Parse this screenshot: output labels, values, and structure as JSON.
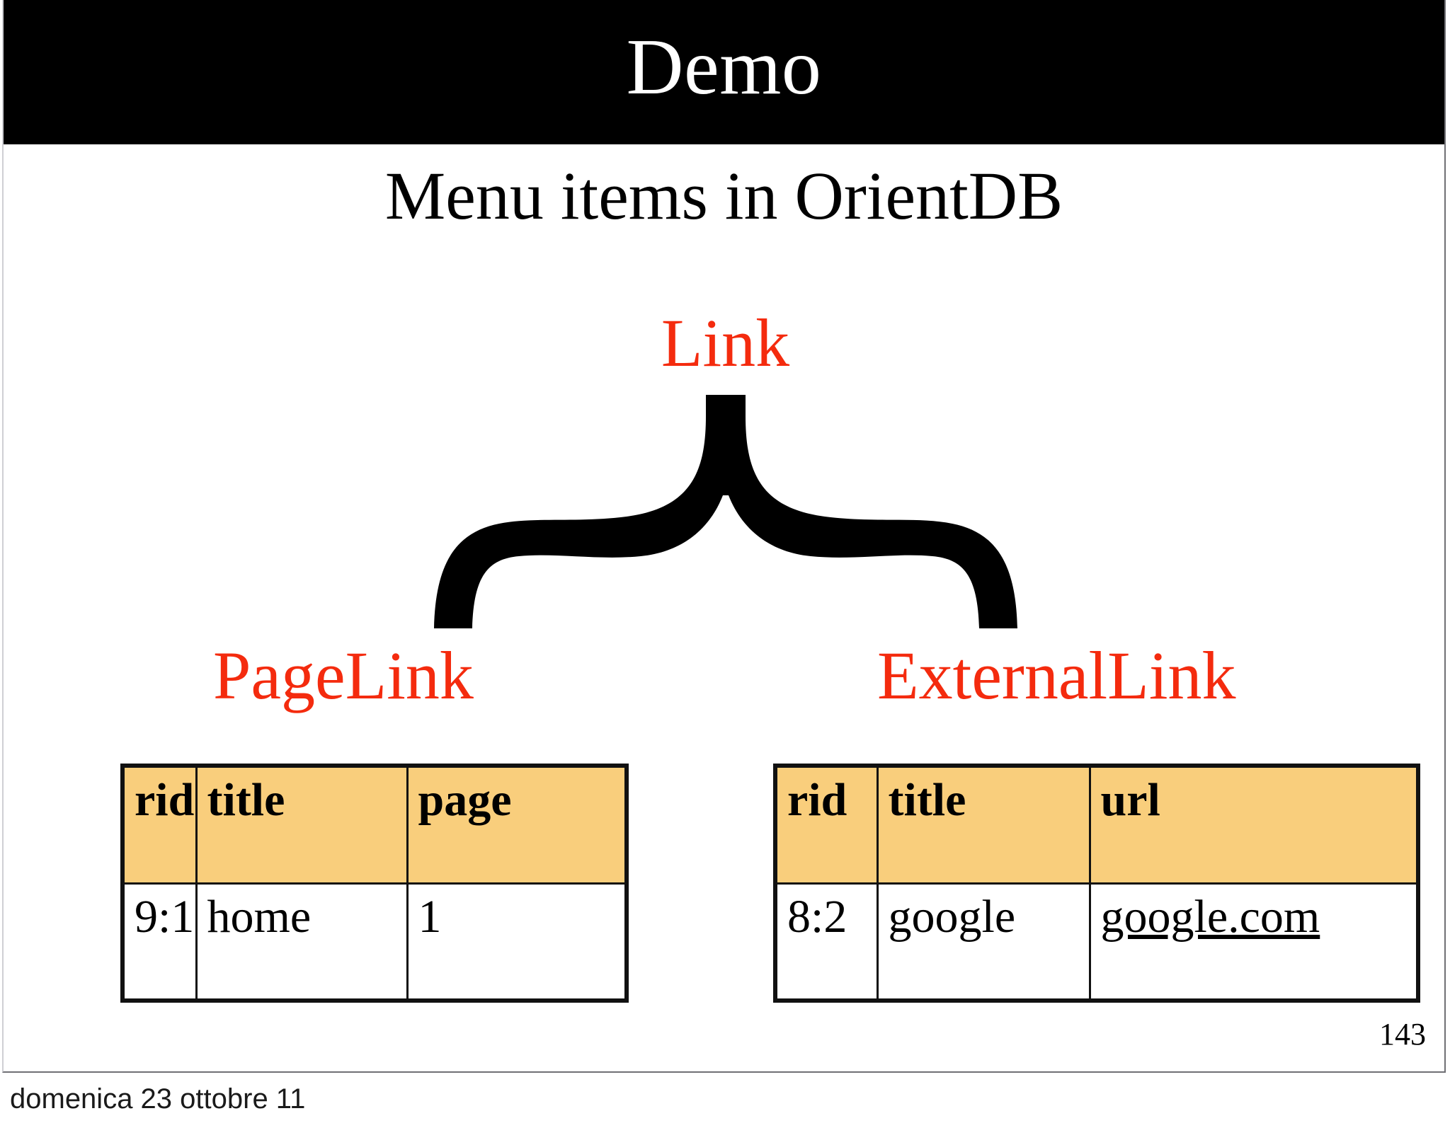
{
  "slide": {
    "banner_title": "Demo",
    "subtitle": "Menu items in OrientDB",
    "page_number": "143",
    "footer_date": "domenica 23 ottobre 11",
    "colors": {
      "banner_background": "#000000",
      "banner_text": "#ffffff",
      "accent_red": "#F42B0E",
      "table_header_fill": "#F9CE7C",
      "table_border": "#111111",
      "slide_background": "#ffffff"
    }
  },
  "diagram": {
    "parent_label": "Link",
    "connector": "curly-brace",
    "children": [
      {
        "label": "PageLink"
      },
      {
        "label": "ExternalLink"
      }
    ]
  },
  "tables": {
    "pagelink": {
      "title": "PageLink",
      "columns": [
        "rid",
        "title",
        "page"
      ],
      "rows": [
        [
          "9:1",
          "home",
          "1"
        ]
      ]
    },
    "externallink": {
      "title": "ExternalLink",
      "columns": [
        "rid",
        "title",
        "url"
      ],
      "rows": [
        [
          "8:2",
          "google",
          "google.com"
        ]
      ]
    }
  }
}
